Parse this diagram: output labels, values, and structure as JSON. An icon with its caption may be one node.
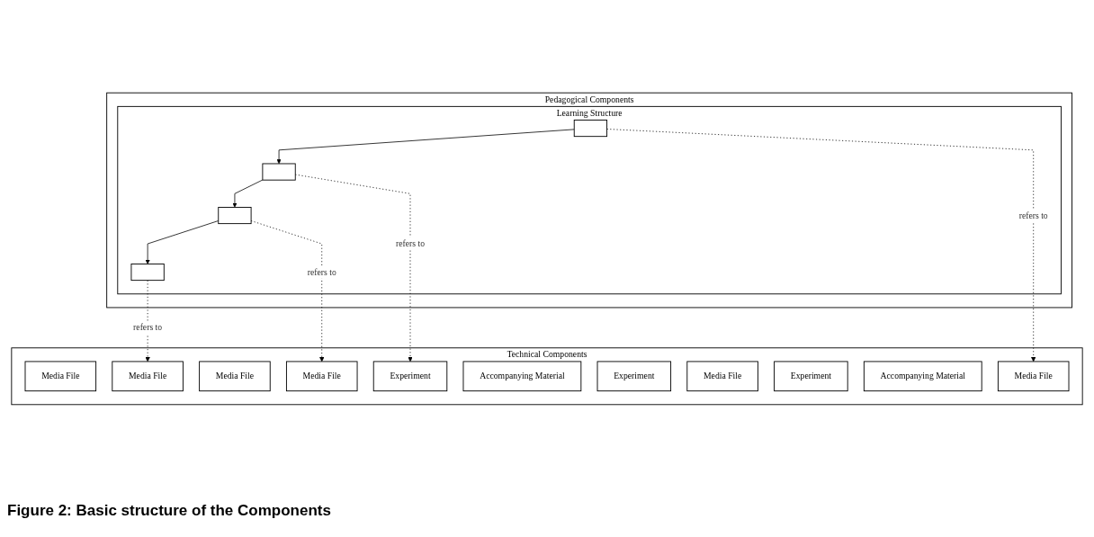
{
  "diagram": {
    "caption": "Figure 2: Basic structure of the Components",
    "nodes": [
      {
        "text": [
          "Pedagogical Components"
        ]
      },
      {
        "text": [
          "Learning Structure"
        ],
        "in": 0
      },
      {
        "text": [],
        "shape": "box",
        "in": 1
      },
      {
        "text": [],
        "shape": "box",
        "in": 1
      },
      {
        "text": [],
        "shape": "box",
        "in": 1
      },
      {
        "text": [],
        "shape": "box",
        "in": 1
      },
      {
        "text": [
          "Technical Components"
        ]
      },
      {
        "text": [
          "Media File"
        ],
        "in": 6
      },
      {
        "text": [
          "Media File"
        ],
        "in": 6
      },
      {
        "text": [
          "Media File"
        ],
        "in": 6
      },
      {
        "text": [
          "Media File"
        ],
        "in": 6
      },
      {
        "text": [
          "Experiment"
        ],
        "in": 6
      },
      {
        "text": [
          "Accompanying Material"
        ],
        "in": 6
      },
      {
        "text": [
          "Experiment"
        ],
        "in": 6
      },
      {
        "text": [
          "Media File"
        ],
        "in": 6
      },
      {
        "text": [
          "Experiment"
        ],
        "in": 6
      },
      {
        "text": [
          "Accompanying Material"
        ],
        "in": 6
      },
      {
        "text": [
          "Media File"
        ],
        "in": 6
      }
    ],
    "edges": [
      {
        "from": 2,
        "to": 3,
        "arrow": "to"
      },
      {
        "from": 3,
        "to": 4,
        "arrow": "to"
      },
      {
        "from": 4,
        "to": 5,
        "arrow": "to"
      },
      {
        "from": 2,
        "to": 10,
        "arrow": "to",
        "label": "refers to",
        "style": "dashed"
      },
      {
        "from": 3,
        "to": 11,
        "arrow": "to",
        "label": "refers to",
        "style": "dashed"
      },
      {
        "from": 4,
        "to": 8,
        "arrow": "to",
        "label": "refers to",
        "style": "dashed"
      },
      {
        "from": 5,
        "to": 17,
        "arrow": "to",
        "label": "refers to",
        "style": "dashed"
      }
    ]
  }
}
